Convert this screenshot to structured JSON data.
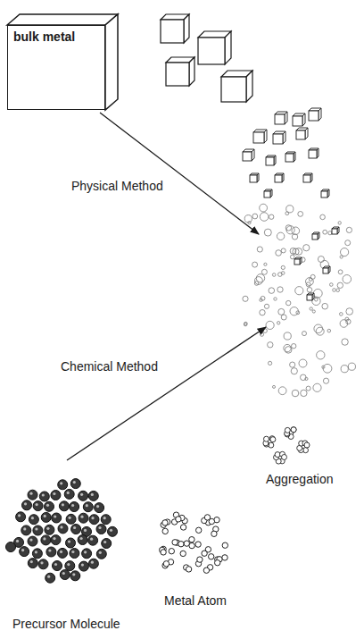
{
  "diagram": {
    "nodes": [
      {
        "text": [
          "bulk metal"
        ]
      }
    ],
    "labels": [
      "Physical Method",
      "Chemical Method",
      "Aggregation",
      "Metal Atom",
      "Precursor Molecule"
    ]
  }
}
